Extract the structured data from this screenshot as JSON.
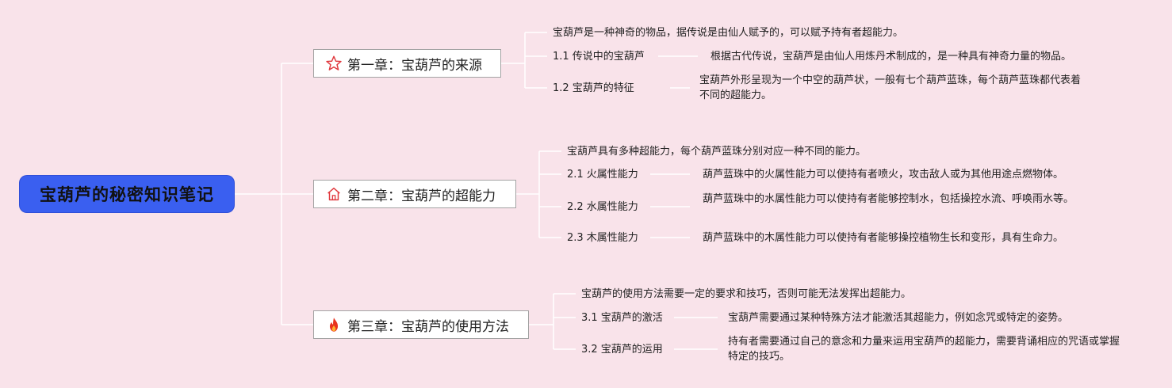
{
  "root": {
    "title": "宝葫芦的秘密知识笔记"
  },
  "chapters": [
    {
      "title": "第一章：宝葫芦的来源",
      "icon": "star-icon",
      "intro": "宝葫芦是一种神奇的物品，据传说是由仙人赋予的，可以赋予持有者超能力。",
      "sections": [
        {
          "label": "1.1 传说中的宝葫芦",
          "detail": "根据古代传说，宝葫芦是由仙人用炼丹术制成的，是一种具有神奇力量的物品。"
        },
        {
          "label": "1.2 宝葫芦的特征",
          "detail": "宝葫芦外形呈现为一个中空的葫芦状，一般有七个葫芦蓝珠，每个葫芦蓝珠都代表着不同的超能力。"
        }
      ]
    },
    {
      "title": "第二章：宝葫芦的超能力",
      "icon": "home-icon",
      "intro": "宝葫芦具有多种超能力，每个葫芦蓝珠分别对应一种不同的能力。",
      "sections": [
        {
          "label": "2.1 火属性能力",
          "detail": "葫芦蓝珠中的火属性能力可以使持有者喷火，攻击敌人或为其他用途点燃物体。"
        },
        {
          "label": "2.2 水属性能力",
          "detail": "葫芦蓝珠中的水属性能力可以使持有者能够控制水，包括操控水流、呼唤雨水等。"
        },
        {
          "label": "2.3 木属性能力",
          "detail": "葫芦蓝珠中的木属性能力可以使持有者能够操控植物生长和变形，具有生命力。"
        }
      ]
    },
    {
      "title": "第三章：宝葫芦的使用方法",
      "icon": "fire-icon",
      "intro": "宝葫芦的使用方法需要一定的要求和技巧，否则可能无法发挥出超能力。",
      "sections": [
        {
          "label": "3.1 宝葫芦的激活",
          "detail": "宝葫芦需要通过某种特殊方法才能激活其超能力，例如念咒或特定的姿势。"
        },
        {
          "label": "3.2 宝葫芦的运用",
          "detail": "持有者需要通过自己的意念和力量来运用宝葫芦的超能力，需要背诵相应的咒语或掌握特定的技巧。"
        }
      ]
    }
  ],
  "colors": {
    "background": "#f9e3ea",
    "root": "#3a5ff0",
    "connector": "#ffffff",
    "star": "#e0393e",
    "home": "#e0393e",
    "fire": "#e8321e"
  }
}
